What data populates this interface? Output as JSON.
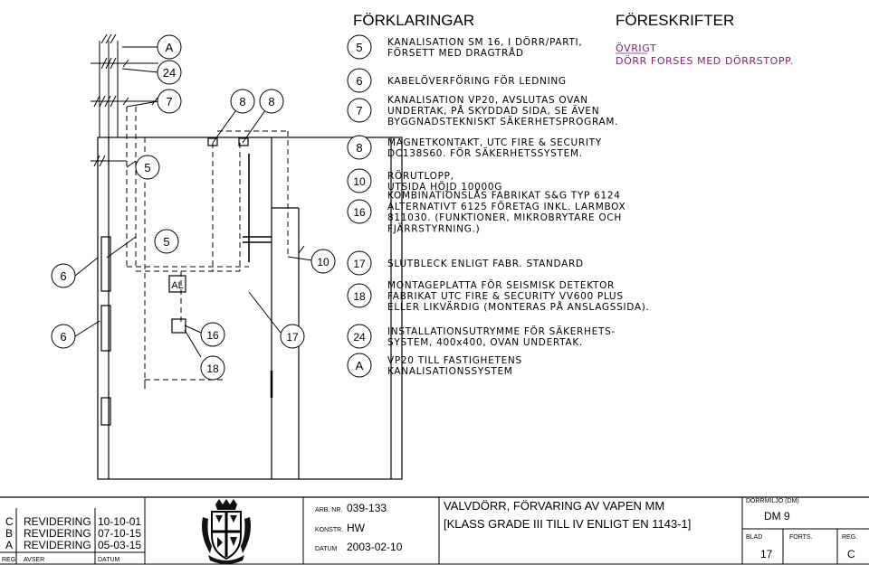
{
  "headings": {
    "legend": "FÖRKLARINGAR",
    "rules": "FÖRESKRIFTER"
  },
  "rules": {
    "section": "ÖVRIGT",
    "text": "DÖRR FORSES MED DÖRRSTOPP."
  },
  "legend": [
    {
      "code": "5",
      "lines": [
        "KANALISATION SM 16, I DÖRR/PARTI,",
        "FÖRSETT MED DRAGTRÅD"
      ]
    },
    {
      "code": "6",
      "lines": [
        "KABELÖVERFÖRING FÖR LEDNING"
      ]
    },
    {
      "code": "7",
      "lines": [
        "KANALISATION VP20, AVSLUTAS OVAN",
        "UNDERTAK, PÅ SKYDDAD SIDA, SE ÄVEN",
        "BYGGNADSTEKNISKT SÄKERHETSPROGRAM."
      ]
    },
    {
      "code": "8",
      "lines": [
        "MAGNETKONTAKT, UTC FIRE & SECURITY",
        "DC138S60. FÖR SÄKERHETSSYSTEM."
      ]
    },
    {
      "code": "10",
      "lines": [
        "RÖRUTLOPP,",
        "UTSIDA HÖJD 10000G"
      ]
    },
    {
      "code": "16",
      "lines": [
        "KOMBINATIONSLÅS FABRIKAT S&G TYP 6124",
        "ALTERNATIVT 6125 FÖRETAG INKL. LARMBOX",
        "811030. (FUNKTIONER, MIKROBRYTARE OCH",
        "FJÄRRSTYRNING.)"
      ]
    },
    {
      "code": "17",
      "lines": [
        "SLUTBLECK ENLIGT FABR. STANDARD"
      ]
    },
    {
      "code": "18",
      "lines": [
        "MONTAGEPLATTA FÖR SEISMISK DETEKTOR",
        "FABRIKAT UTC FIRE & SECURITY VV600 PLUS",
        "ELLER LIKVÄRDIG (MONTERAS PÅ ANSLAGSSIDA)."
      ]
    },
    {
      "code": "24",
      "lines": [
        "INSTALLATIONSUTRYMME FÖR SÄKERHETS-",
        "SYSTEM, 400x400, OVAN UNDERTAK."
      ]
    },
    {
      "code": "A",
      "lines": [
        "VP20 TILL FASTIGHETENS",
        "KANALISATIONSSYSTEM"
      ]
    }
  ],
  "drawing_labels": {
    "a": "A",
    "c24": "24",
    "c7": "7",
    "c8a": "8",
    "c8b": "8",
    "c5a": "5",
    "c5b": "5",
    "c10": "10",
    "c6a": "6",
    "c6b": "6",
    "c16": "16",
    "c17": "17",
    "c18": "18",
    "al": "AL"
  },
  "title_block": {
    "revisions": [
      {
        "reg": "C",
        "text": "REVIDERING",
        "date": "10-10-01"
      },
      {
        "reg": "B",
        "text": "REVIDERING",
        "date": "07-10-15"
      },
      {
        "reg": "A",
        "text": "REVIDERING",
        "date": "05-03-15"
      }
    ],
    "rev_headers": {
      "reg": "REG.",
      "avser": "AVSER",
      "datum": "DATUM"
    },
    "arb_nr_label": "ARB. NR.",
    "arb_nr": "039-133",
    "konstr_label": "KONSTR.",
    "konstr": "HW",
    "datum_label": "DATUM",
    "datum": "2003-02-10",
    "title_line1": "VALVDÖRR, FÖRVARING AV VAPEN MM",
    "title_line2": "[KLASS GRADE III TILL IV ENLIGT EN 1143-1]",
    "env_label": "DÖRRMILJÖ (DM)",
    "env": "DM 9",
    "blad_label": "BLAD",
    "blad": "17",
    "forts_label": "FORTS.",
    "forts": "",
    "reg_label": "REG.",
    "reg": "C"
  }
}
